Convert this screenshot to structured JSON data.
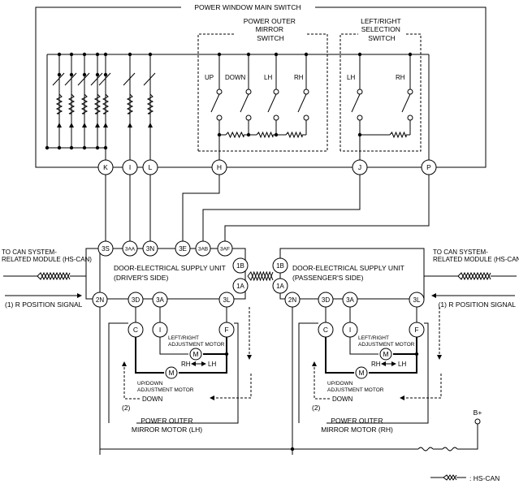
{
  "main_switch": {
    "title": "POWER WINDOW MAIN SWITCH",
    "mirror_switch_label": [
      "POWER OUTER",
      "MIRROR",
      "SWITCH"
    ],
    "selection_switch_label": [
      "LEFT/RIGHT",
      "SELECTION",
      "SWITCH"
    ],
    "switch_labels": {
      "up": "UP",
      "down": "DOWN",
      "lh": "LH",
      "rh": "RH",
      "sel_lh": "LH",
      "sel_rh": "RH"
    },
    "terminals": {
      "k": "K",
      "i": "I",
      "l": "L",
      "h": "H",
      "j": "J",
      "p": "P"
    }
  },
  "driver_unit": {
    "title": [
      "DOOR-ELECTRICAL SUPPLY UNIT",
      "(DRIVER'S SIDE)"
    ],
    "top_terminals": {
      "t3s": "3S",
      "t3aa": "3AA",
      "t3n": "3N",
      "t3e": "3E",
      "t3ab": "3AB",
      "t3af": "3AF"
    },
    "side_terminals": {
      "t1b": "1B",
      "t1a": "1A"
    },
    "bottom_terminals": {
      "t2n": "2N",
      "t3d": "3D",
      "t3a": "3A",
      "t3l": "3L"
    },
    "can_label": [
      "TO CAN SYSTEM-",
      "RELATED MODULE (HS-CAN)"
    ],
    "signal_label": "(1)  R POSITION SIGNAL"
  },
  "passenger_unit": {
    "title": [
      "DOOR-ELECTRICAL SUPPLY UNIT",
      "(PASSENGER'S SIDE)"
    ],
    "side_terminals": {
      "t1b": "1B",
      "t1a": "1A"
    },
    "bottom_terminals": {
      "t2n": "2N",
      "t3d": "3D",
      "t3a": "3A",
      "t3l": "3L"
    },
    "can_label": [
      "TO CAN SYSTEM-",
      "RELATED MODULE (HS-CAN)"
    ],
    "signal_label": "(1)  R POSITION SIGNAL"
  },
  "lh_mirror": {
    "terminals": {
      "c": "C",
      "i": "I",
      "f": "F"
    },
    "lr_motor_label": [
      "LEFT/RIGHT",
      "ADJUSTMENT MOTOR"
    ],
    "ud_motor_label": [
      "UP/DOWN",
      "ADJUSTMENT MOTOR"
    ],
    "motor_symbol": "M",
    "rh_arrow": "RH",
    "lh_arrow": "LH",
    "down_label": "DOWN",
    "num_label": "(2)",
    "title": [
      "POWER OUTER",
      "MIRROR MOTOR (LH)"
    ]
  },
  "rh_mirror": {
    "terminals": {
      "c": "C",
      "i": "I",
      "f": "F"
    },
    "lr_motor_label": [
      "LEFT/RIGHT",
      "ADJUSTMENT MOTOR"
    ],
    "ud_motor_label": [
      "UP/DOWN",
      "ADJUSTMENT MOTOR"
    ],
    "motor_symbol": "M",
    "rh_arrow": "RH",
    "lh_arrow": "LH",
    "down_label": "DOWN",
    "num_label": "(2)",
    "title": [
      "POWER OUTER",
      "MIRROR MOTOR (RH)"
    ]
  },
  "power": {
    "label": "B+"
  },
  "legend": {
    "label": ": HS-CAN"
  }
}
